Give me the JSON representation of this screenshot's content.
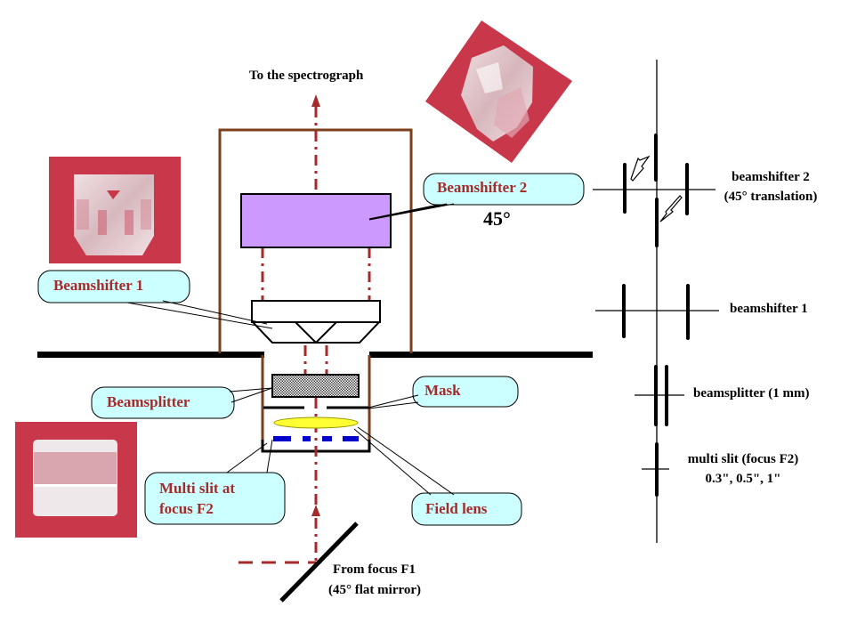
{
  "title": "Multi-slit beamshifter optical layout",
  "labels": {
    "to_spectrograph": "To the spectrograph",
    "from_focus": "From focus F1",
    "from_focus_sub": "(45° flat mirror)",
    "angle_45": "45°"
  },
  "callouts": {
    "beamshifter2": "Beamshifter 2",
    "beamshifter1": "Beamshifter 1",
    "beamsplitter": "Beamsplitter",
    "mask": "Mask",
    "multislit_line1": "Multi slit at",
    "multislit_line2": "focus F2",
    "field_lens": "Field lens"
  },
  "schematic": {
    "beamshifter2_line1": "beamshifter 2",
    "beamshifter2_line2": "(45° translation)",
    "beamshifter1": "beamshifter 1",
    "beamsplitter": "beamsplitter (1 mm)",
    "multislit_line1": "multi slit (focus F2)",
    "multislit_line2": "0.3\", 0.5\", 1\""
  },
  "photos": [
    {
      "name": "beamshifter-1-prism-photo"
    },
    {
      "name": "beamshifter-2-prism-photo"
    },
    {
      "name": "beamsplitter-cube-photo"
    }
  ],
  "colors": {
    "housing": "#7b3f1e",
    "beam": "#a52a2a",
    "beamshifter2_fill": "#cc99ff",
    "callout_fill": "#ccffff",
    "callout_text": "#a52a2a",
    "field_lens": "#ffff33",
    "slit": "#0000cc",
    "photo_bg": "#c8384a"
  }
}
